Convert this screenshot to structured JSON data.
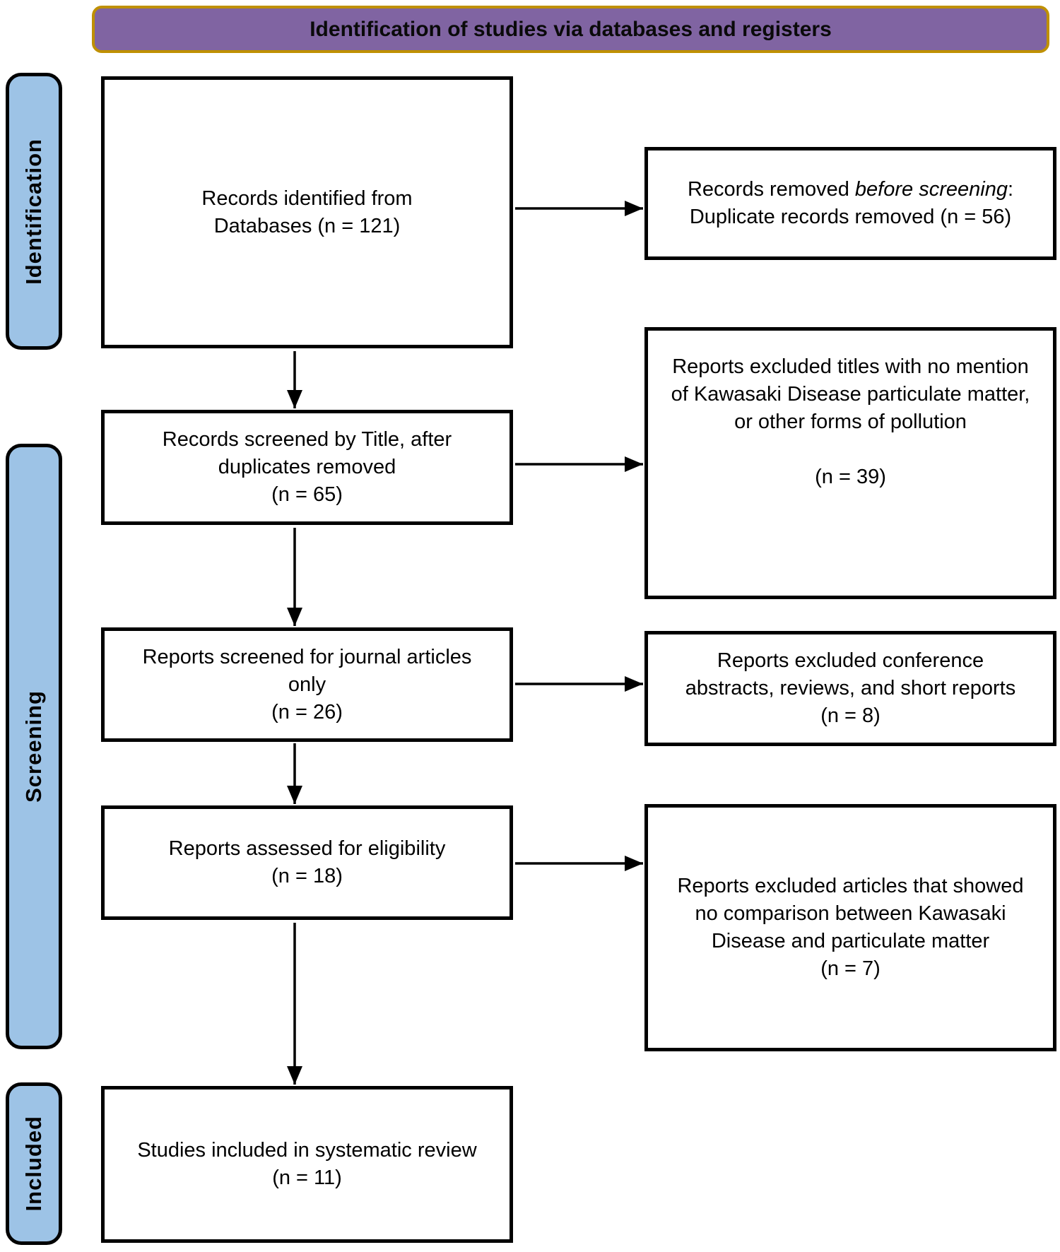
{
  "banner": {
    "title": "Identification of studies via databases and registers"
  },
  "stages": [
    {
      "label": "Identification"
    },
    {
      "label": "Screening"
    },
    {
      "label": "Included"
    }
  ],
  "left_boxes": {
    "records_identified": {
      "line1": "Records identified from",
      "line2": "Databases (n = 121)"
    },
    "records_screened": {
      "line1": "Records screened by Title, after",
      "line2": "duplicates removed",
      "line3": "(n = 65)"
    },
    "reports_screened": {
      "line1": "Reports screened for journal articles",
      "line2": "only",
      "line3": "(n = 26)"
    },
    "reports_assessed": {
      "line1": "Reports assessed for eligibility",
      "line2": "(n = 18)"
    },
    "studies_included": {
      "line1": "Studies included in systematic review",
      "line2": "(n = 11)"
    }
  },
  "right_boxes": {
    "removed_before_screening": {
      "line1_prefix": "Records removed ",
      "line1_italic": "before screening",
      "line1_suffix": ":",
      "line2": "Duplicate records removed (n = 56)"
    },
    "excluded_titles": {
      "line1": "Reports excluded titles with no mention",
      "line2": "of Kawasaki Disease particulate matter,",
      "line3": "or other forms of pollution",
      "count": "(n = 39)"
    },
    "excluded_conference": {
      "line1": "Reports excluded conference",
      "line2": "abstracts, reviews, and short reports",
      "line3": "(n = 8)"
    },
    "excluded_articles": {
      "line1": "Reports excluded articles that showed",
      "line2": "no comparison between Kawasaki",
      "line3": "Disease and particulate matter",
      "line4": "(n = 7)"
    }
  },
  "colors": {
    "banner_bg": "#8064A2",
    "banner_border": "#BF9000",
    "stage_bg": "#9DC3E6",
    "box_border": "#000000",
    "arrow": "#000000"
  }
}
